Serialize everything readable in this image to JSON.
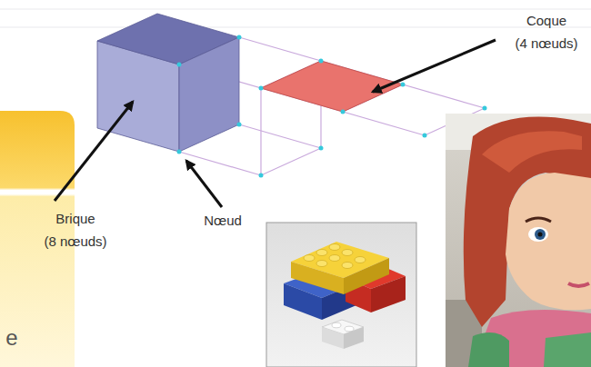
{
  "diagram": {
    "labels": [
      "Coque (4 nœuds)",
      "Brique (8 nœuds)",
      "Nœud",
      "e"
    ]
  }
}
